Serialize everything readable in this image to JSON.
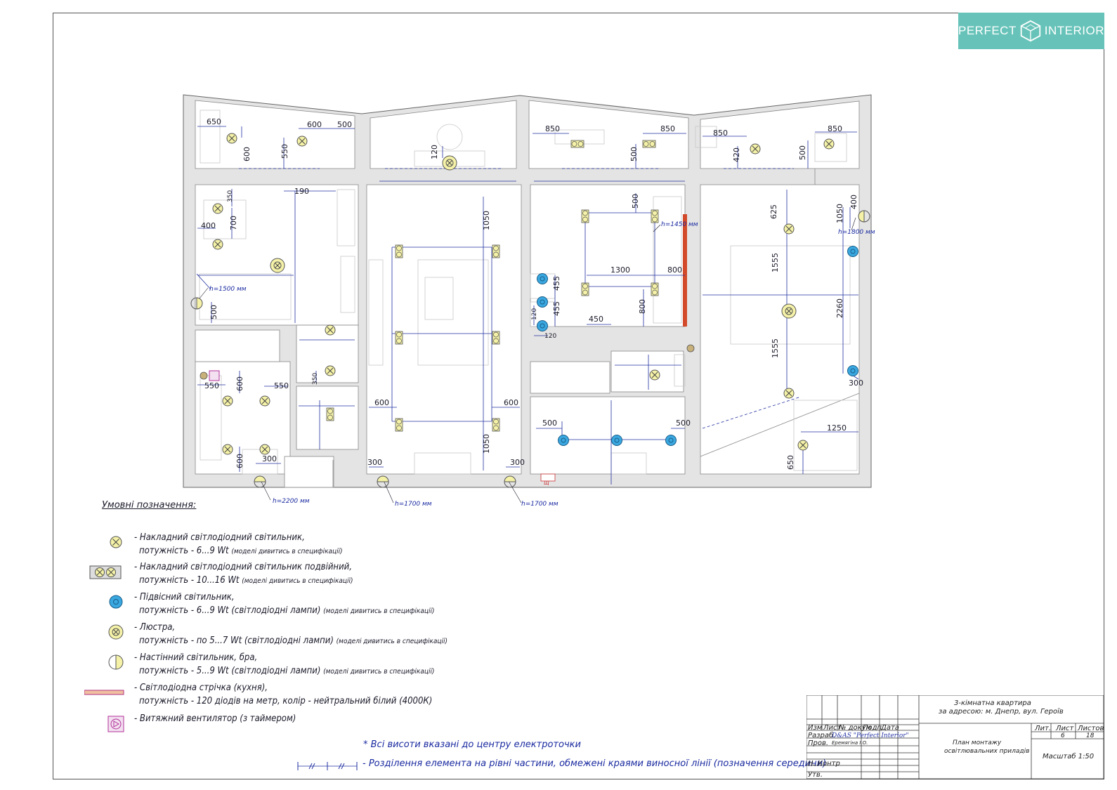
{
  "logo": {
    "left": "PERFECT",
    "right": "INTERIOR"
  },
  "dims": {
    "d650": "650",
    "d600": "600",
    "d500": "500",
    "d550": "550",
    "d850": "850",
    "d120": "120",
    "d420": "420",
    "d350": "350",
    "d190": "190",
    "d700": "700",
    "d400": "400",
    "d1050": "1050",
    "d625": "625",
    "d1555": "1555",
    "d2260": "2260",
    "d1300": "1300",
    "d800": "800",
    "d455": "455",
    "d450": "450",
    "d300": "300",
    "d1250": "1250"
  },
  "heights": {
    "h1500": "h=1500 мм",
    "h1450": "h=1450 мм",
    "h1800": "h=1800 мм",
    "h2200": "h=2200 мм",
    "h1700": "h=1700 мм",
    "shield": "Щ"
  },
  "legend": {
    "title": "Умовні позначення:",
    "items": [
      {
        "line1": "- Накладний світлодіодний світильник,",
        "line2": "потужність - 6...9 Wt",
        "note": "(моделі дивитись в специфікації)"
      },
      {
        "line1": "- Накладний світлодіодний світильник подвійний,",
        "line2": "потужність - 10...16 Wt",
        "note": "(моделі дивитись в специфікації)"
      },
      {
        "line1": "- Підвісний світильник,",
        "line2": "потужність - 6...9 Wt (світлодіодні лампи)",
        "note": "(моделі дивитись в специфікації)"
      },
      {
        "line1": "- Люстра,",
        "line2": "потужність - по 5...7 Wt (світлодіодні лампи)",
        "note": "(моделі дивитись в специфікації)"
      },
      {
        "line1": "- Настінний світильник, бра,",
        "line2": "потужність - 5...9 Wt (світлодіодні лампи)",
        "note": "(моделі дивитись в специфікації)"
      },
      {
        "line1": "- Світлодіодна стрічка (кухня),",
        "line2": "потужність - 120 діодів на метр, колір - нейтральний білий (4000К)",
        "note": ""
      },
      {
        "line1": "- Витяжний вентилятор (з таймером)",
        "line2": "",
        "note": ""
      }
    ]
  },
  "notes": {
    "heights": "* Всі висоти вказані до центру електроточки",
    "division": "- Розділення елемента на рівні частини, обмежені краями виносної лінії (позначення середини)"
  },
  "title_block": {
    "project_line1": "3-кімнатна квартира",
    "project_line2": "за адресою: м. Днепр, вул. Героїв",
    "headers": [
      "Изм",
      "Лист",
      "№ докум",
      "Подп",
      "Дата"
    ],
    "role_dev": "Разраб.",
    "dev_company": "D&AS \"Perfect Interior\"",
    "role_check": "Пров.",
    "checker": "Еремягіна І.О.",
    "role_nk": "Н. Контр",
    "role_appr": "Утв.",
    "sheet_title_1": "План монтажу",
    "sheet_title_2": "освітлювальних приладів",
    "lit_label": "Лит.",
    "list_label": "Лист",
    "lists_label": "Листов",
    "list_value": "6",
    "lists_value": "18",
    "scale": "Масштаб 1:50"
  },
  "colors": {
    "wall": "#e4e4e4",
    "dim": "#2230a0",
    "lamp": "#f5f2a8",
    "pendant": "#3aa8e0",
    "strip": "#d24a2a",
    "fan": "#b0309a",
    "logo_bg": "#67c3b9"
  }
}
